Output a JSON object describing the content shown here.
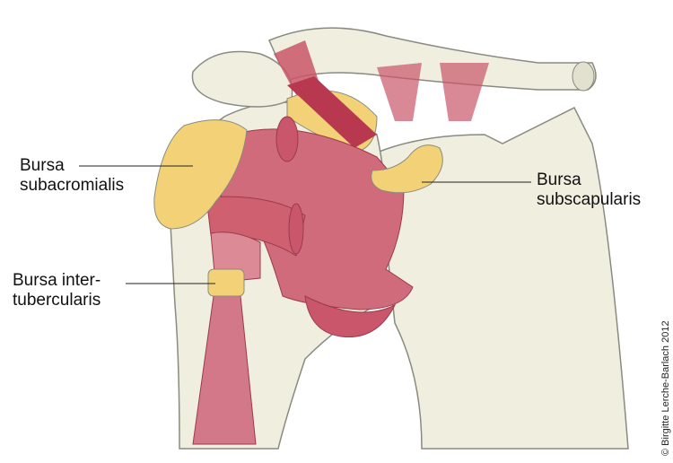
{
  "labels": {
    "subacromialis": [
      "Bursa",
      "subacromialis"
    ],
    "subscapularis": [
      "Bursa",
      "subscapularis"
    ],
    "intertubercularis": [
      "Bursa inter-",
      "tubercularis"
    ]
  },
  "copyright": "© Birgitte Lerche-Barlach 2012",
  "colors": {
    "bone": "#efeedf",
    "muscle": "#c9566a",
    "bursa": "#f3d277",
    "outline": "#8a8a80"
  }
}
